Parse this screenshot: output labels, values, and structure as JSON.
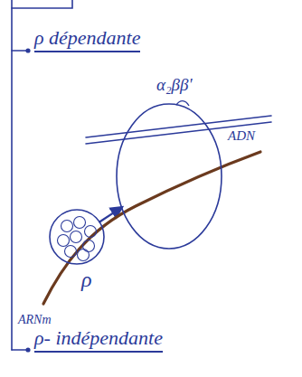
{
  "diagram": {
    "nodes": [
      {
        "text": [
          "α₂ββ'"
        ]
      },
      {
        "text": [
          "ρ"
        ]
      }
    ],
    "edges": [
      {
        "from": 1,
        "to": 0,
        "arrow": "to"
      }
    ],
    "labels": [
      "ρ dépendante",
      "ADN",
      "ARNm",
      "ρ- indépendante"
    ]
  }
}
